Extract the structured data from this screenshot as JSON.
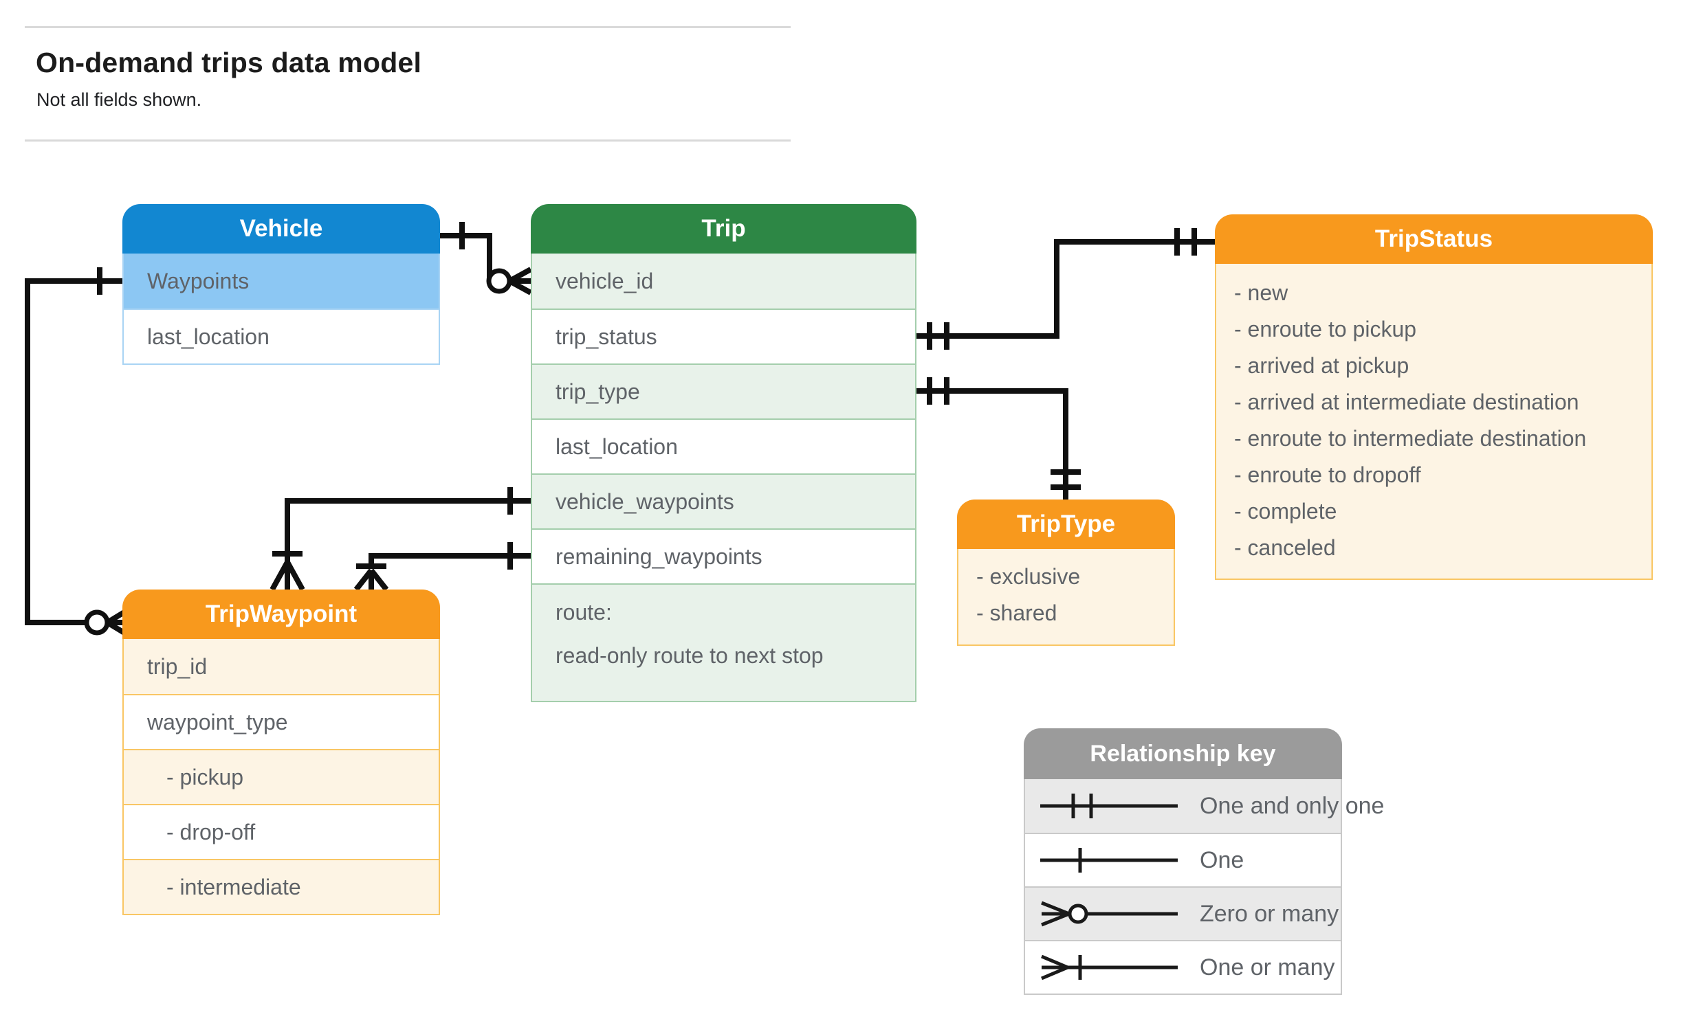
{
  "page": {
    "title": "On-demand trips data model",
    "subtitle": "Not all fields shown."
  },
  "entities": {
    "vehicle": {
      "title": "Vehicle",
      "fields": [
        {
          "label": "Waypoints"
        },
        {
          "label": "last_location"
        }
      ]
    },
    "trip": {
      "title": "Trip",
      "fields": [
        {
          "label": "vehicle_id"
        },
        {
          "label": "trip_status"
        },
        {
          "label": "trip_type"
        },
        {
          "label": "last_location"
        },
        {
          "label": "vehicle_waypoints"
        },
        {
          "label": "remaining_waypoints"
        },
        {
          "label": "route:",
          "sub": "read-only route to next stop"
        }
      ]
    },
    "trip_status": {
      "title": "TripStatus",
      "items": [
        "- new",
        "- enroute to pickup",
        "- arrived at pickup",
        "- arrived at intermediate destination",
        "- enroute to intermediate destination",
        "- enroute to dropoff",
        "- complete",
        "- canceled"
      ]
    },
    "trip_type": {
      "title": "TripType",
      "items": [
        "- exclusive",
        "- shared"
      ]
    },
    "trip_waypoint": {
      "title": "TripWaypoint",
      "fields": [
        {
          "label": "trip_id"
        },
        {
          "label": "waypoint_type"
        },
        {
          "label": "- pickup",
          "indent": true
        },
        {
          "label": "- drop-off",
          "indent": true
        },
        {
          "label": "- intermediate",
          "indent": true
        }
      ]
    }
  },
  "legend": {
    "title": "Relationship key",
    "rows": [
      {
        "symbol": "one-and-only-one",
        "label": "One and only one"
      },
      {
        "symbol": "one",
        "label": "One"
      },
      {
        "symbol": "zero-or-many",
        "label": "Zero or many"
      },
      {
        "symbol": "one-or-many",
        "label": "One or many"
      }
    ]
  },
  "colors": {
    "blue-header": "#1287d1",
    "blue-row": "#8cc7f3",
    "blue-border": "#a9d4f4",
    "green-header": "#2d8745",
    "green-row": "#e8f2ea",
    "green-border": "#a4ceac",
    "orange-header": "#f8991d",
    "orange-row": "#fdf4e4",
    "orange-border": "#f9c664",
    "gray-header": "#9b9b9b",
    "gray-row": "#e9e9e9",
    "gray-border": "#c9c9c9",
    "text": "#5f6368",
    "connector": "#101010"
  }
}
